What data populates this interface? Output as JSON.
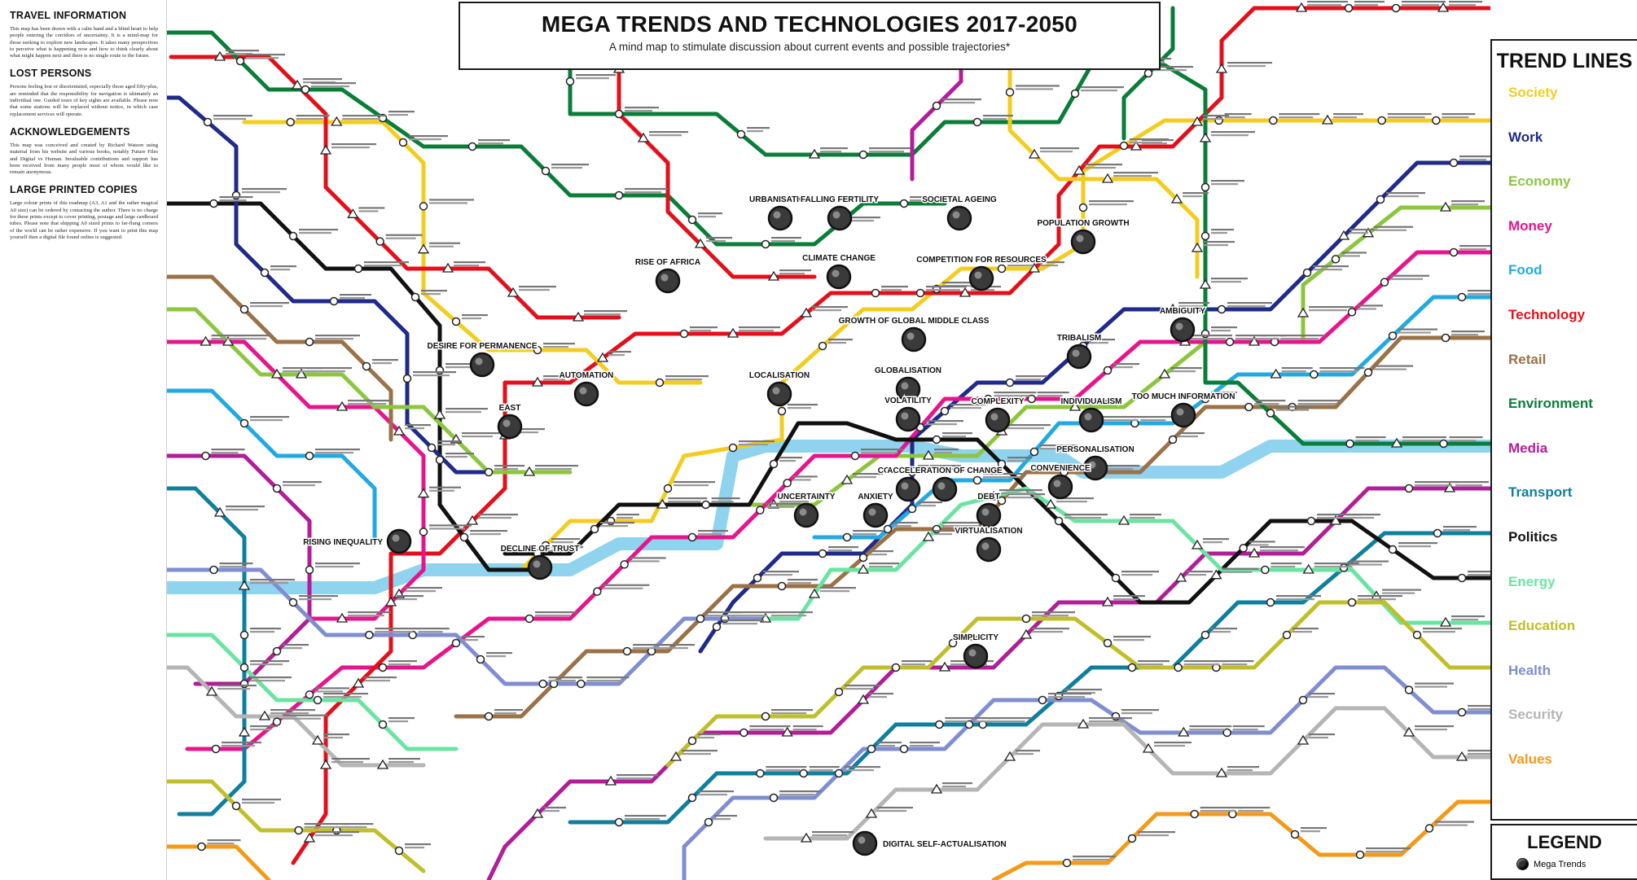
{
  "title": "MEGA TRENDS AND TECHNOLOGIES 2017-2050",
  "subtitle": "A mind map to stimulate discussion about current events and possible trajectories*",
  "sidebar": {
    "sections": [
      {
        "heading": "TRAVEL INFORMATION",
        "body": "This map has been drawn with a calm hand and a blind heart to help people entering the corridors of uncertainty. It is a mind-map for those seeking to explore new landscapes. It takes many perspectives to perceive what is happening now and how to think clearly about what might happen next and there is no single route to the future."
      },
      {
        "heading": "LOST PERSONS",
        "body": "Persons feeling lost or disorientated, especially those aged fifty-plus, are reminded that the responsibility for navigation is ultimately an individual one. Guided tours of key sights are available. Please note that some stations will be replaced without notice, in which case replacement services will operate."
      },
      {
        "heading": "ACKNOWLEDGEMENTS",
        "body": "This map was conceived and created by Richard Watson using material from his website and various books, notably Future Files and Digital vs Human. Invaluable contributions and support has been received from many people most of whom would like to remain anonymous."
      },
      {
        "heading": "LARGE PRINTED COPIES",
        "body": "Large colour prints of this roadmap (A3, A1 and the rather magical A0 size) can be ordered by contacting the author. There is no charge for these prints except to cover printing, postage and large cardboard tubes. Please note that shipping A0 sized prints to far-flung corners of the world can be rather expensive. If you want to print this map yourself then a digital file found online is suggested."
      }
    ]
  },
  "trend_lines": {
    "heading": "TREND LINES",
    "items": [
      {
        "label": "Society",
        "color": "#f4cc1e"
      },
      {
        "label": "Work",
        "color": "#1f2a8a"
      },
      {
        "label": "Economy",
        "color": "#8cc63f"
      },
      {
        "label": "Money",
        "color": "#e6158d"
      },
      {
        "label": "Food",
        "color": "#22a9e1"
      },
      {
        "label": "Technology",
        "color": "#e3101b"
      },
      {
        "label": "Retail",
        "color": "#9b7147"
      },
      {
        "label": "Environment",
        "color": "#0a7d38"
      },
      {
        "label": "Media",
        "color": "#b21d98"
      },
      {
        "label": "Transport",
        "color": "#0f7f9e"
      },
      {
        "label": "Politics",
        "color": "#111111"
      },
      {
        "label": "Energy",
        "color": "#6be4a2"
      },
      {
        "label": "Education",
        "color": "#c0bf2b"
      },
      {
        "label": "Health",
        "color": "#7f8ed0"
      },
      {
        "label": "Security",
        "color": "#b5b5b5"
      },
      {
        "label": "Values",
        "color": "#f39a1a"
      }
    ]
  },
  "legend": {
    "heading": "LEGEND",
    "mega_trends_label": "Mega Trends"
  },
  "river_color": "#8fd3ee",
  "megatrends": [
    {
      "label": "URBANISATION"
    },
    {
      "label": "FALLING FERTILITY"
    },
    {
      "label": "SOCIETAL AGEING"
    },
    {
      "label": "RISE OF AFRICA"
    },
    {
      "label": "CLIMATE CHANGE"
    },
    {
      "label": "COMPETITION FOR RESOURCES"
    },
    {
      "label": "POPULATION GROWTH"
    },
    {
      "label": "GROWTH OF GLOBAL MIDDLE CLASS"
    },
    {
      "label": "AMBIGUITY"
    },
    {
      "label": "TRIBALISM"
    },
    {
      "label": "DESIRE FOR PERMANENCE"
    },
    {
      "label": "AUTOMATION"
    },
    {
      "label": "LOCALISATION"
    },
    {
      "label": "GLOBALISATION"
    },
    {
      "label": "VOLATILITY"
    },
    {
      "label": "INDIVIDUALISM"
    },
    {
      "label": "TOO MUCH INFORMATION"
    },
    {
      "label": "COMPLEXITY"
    },
    {
      "label": "PERSONALISATION"
    },
    {
      "label": "CONNECTIVITY"
    },
    {
      "label": "ACCELERATION OF CHANGE"
    },
    {
      "label": "DEBT"
    },
    {
      "label": "CONVENIENCE"
    },
    {
      "label": "UNCERTAINTY"
    },
    {
      "label": "ANXIETY"
    },
    {
      "label": "VIRTUALISATION"
    },
    {
      "label": "RISING INEQUALITY"
    },
    {
      "label": "DECLINE OF TRUST"
    },
    {
      "label": "SIMPLICITY"
    },
    {
      "label": "DIGITAL SELF-ACTUALISATION"
    },
    {
      "label": "EAST"
    }
  ]
}
